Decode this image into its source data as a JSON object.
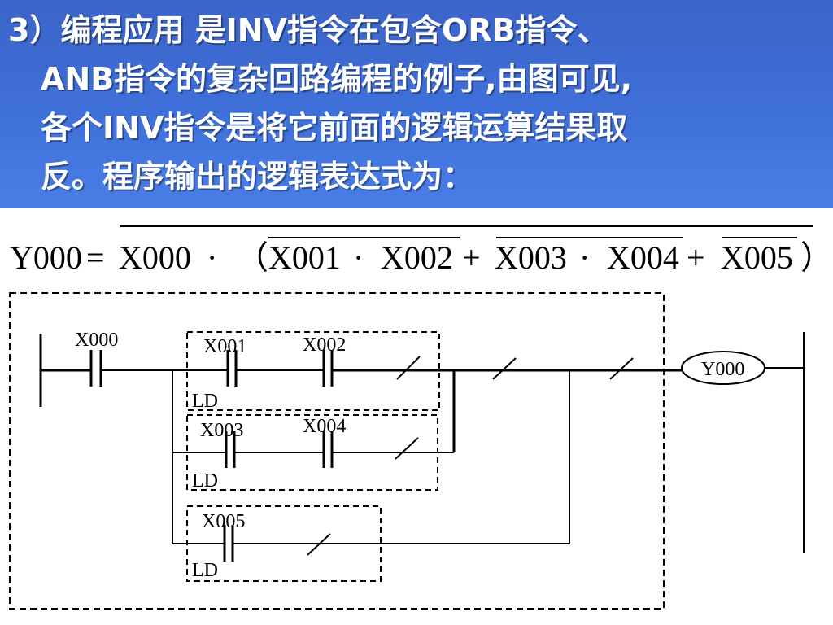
{
  "header": {
    "lines": [
      "3）编程应用    是INV指令在包含ORB指令、",
      "ANB指令的复杂回路编程的例子,由图可见,",
      "各个INV指令是将它前面的逻辑运算结果取",
      "反。程序输出的逻辑表达式为："
    ]
  },
  "formula": {
    "lhs": "Y000",
    "eq": "=",
    "x000": "X000",
    "dot": "·",
    "open": "（",
    "x001": "X001",
    "x002": "X002",
    "plus": "+",
    "x003": "X003",
    "x004": "X004",
    "x005": "X005",
    "close": "）"
  },
  "ladder": {
    "contacts": [
      "X000",
      "X001",
      "X002",
      "X003",
      "X004",
      "X005"
    ],
    "ld_labels": [
      "LD",
      "LD",
      "LD"
    ],
    "coil": "Y000"
  }
}
